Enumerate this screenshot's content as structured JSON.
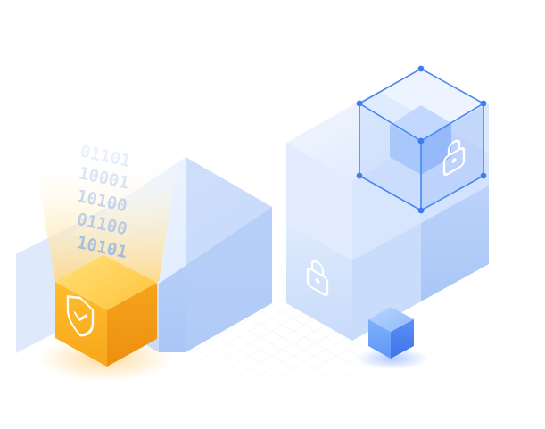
{
  "illustration": {
    "binary_lines": [
      "01101",
      "10001",
      "10100",
      "01100",
      "10101"
    ],
    "icons": {
      "shield": "shield-check-icon",
      "lock_front": "padlock-icon",
      "lock_top": "padlock-icon"
    },
    "colors": {
      "orange_light": "#ffd35a",
      "orange_mid": "#ffb21d",
      "orange_dark": "#f29a12",
      "blue_light": "#e7f0ff",
      "blue_mid": "#c6dafb",
      "blue_dark": "#9fc0f5",
      "blue_accent": "#3f7cf0",
      "binary_text": "#9dbbe8"
    }
  }
}
